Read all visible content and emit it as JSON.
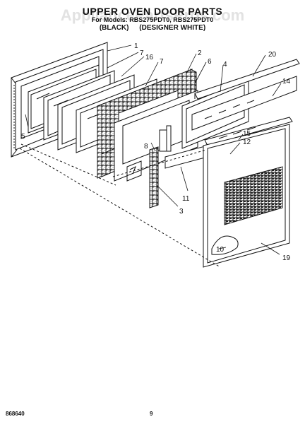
{
  "header": {
    "watermark": "AppliancePartsPros.com",
    "title": "UPPER OVEN DOOR PARTS",
    "models": "For Models: RBS275PDT0, RBS275PDT0",
    "variant_black": "(BLACK)",
    "variant_white": "(DESIGNER WHITE)"
  },
  "callouts": [
    {
      "id": "c1",
      "text": "1"
    },
    {
      "id": "c7a",
      "text": "7"
    },
    {
      "id": "c16",
      "text": "16"
    },
    {
      "id": "c7b",
      "text": "7"
    },
    {
      "id": "c2",
      "text": "2"
    },
    {
      "id": "c6",
      "text": "6"
    },
    {
      "id": "c4",
      "text": "4"
    },
    {
      "id": "c20",
      "text": "20"
    },
    {
      "id": "c14",
      "text": "14"
    },
    {
      "id": "c5",
      "text": "5"
    },
    {
      "id": "c15",
      "text": "15"
    },
    {
      "id": "c12",
      "text": "12"
    },
    {
      "id": "c8",
      "text": "8"
    },
    {
      "id": "c11",
      "text": "11"
    },
    {
      "id": "c3",
      "text": "3"
    },
    {
      "id": "c10",
      "text": "10"
    },
    {
      "id": "c19",
      "text": "19"
    }
  ],
  "footer": {
    "code": "868640",
    "page": "9"
  },
  "colors": {
    "line": "#111111",
    "paper": "#ffffff",
    "speckle": "#444444",
    "watermark": "#cfcfcf"
  }
}
